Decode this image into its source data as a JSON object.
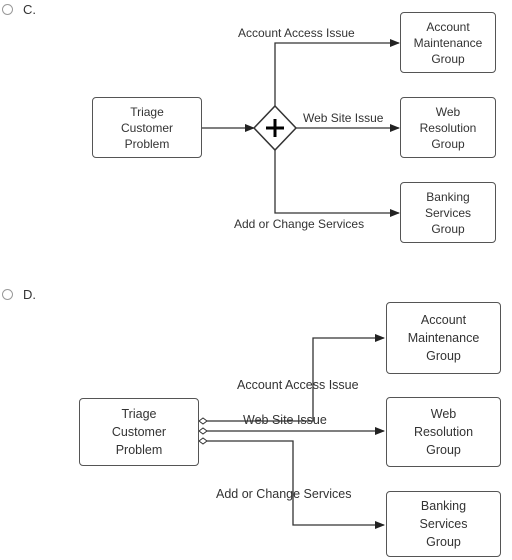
{
  "options": [
    {
      "letter": "C.",
      "task": "Triage\nCustomer\nProblem",
      "targets": [
        "Account\nMaintenance\nGroup",
        "Web\nResolution\nGroup",
        "Banking\nServices\nGroup"
      ],
      "flow_labels": [
        "Account Access Issue",
        "Web Site Issue",
        "Add or Change Services"
      ],
      "gateway": "parallel-gateway"
    },
    {
      "letter": "D.",
      "task": "Triage\nCustomer\nProblem",
      "targets": [
        "Account\nMaintenance\nGroup",
        "Web\nResolution\nGroup",
        "Banking\nServices\nGroup"
      ],
      "flow_labels": [
        "Account Access Issue",
        "Web Site Issue",
        "Add or Change Services"
      ],
      "gateway": "conditional-flows"
    }
  ],
  "colors": {
    "line": "#333333",
    "box_border": "#555555",
    "radio_border": "#999999"
  }
}
